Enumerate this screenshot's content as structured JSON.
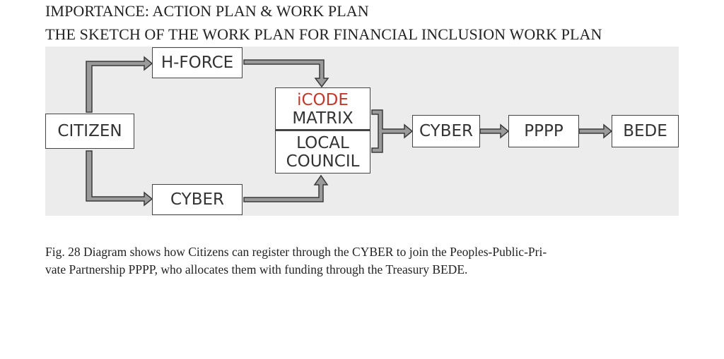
{
  "heading": {
    "line1": "IMPORTANCE: ACTION PLAN & WORK PLAN",
    "line2": "THE SKETCH OF THE WORK PLAN FOR FINANCIAL INCLUSION WORK PLAN"
  },
  "diagram": {
    "nodes": {
      "citizen": "CITIZEN",
      "hforce": "H-FORCE",
      "cyber_lower": "CYBER",
      "icode": "iCODE",
      "matrix": "MATRIX",
      "local": "LOCAL",
      "council": "COUNCIL",
      "cyber_main": "CYBER",
      "pppp": "PPPP",
      "bede": "BEDE"
    },
    "colors": {
      "icode_text": "#c0392b",
      "arrow_fill": "#9a9a9a",
      "arrow_stroke": "#3a3a3a",
      "background": "#ececec"
    }
  },
  "caption": {
    "line1": "Fig. 28 Diagram shows how Citizens can register through the CYBER to join the Peoples-Public-Pri-",
    "line2": "vate Partnership PPPP, who allocates them with funding through the Treasury BEDE."
  }
}
